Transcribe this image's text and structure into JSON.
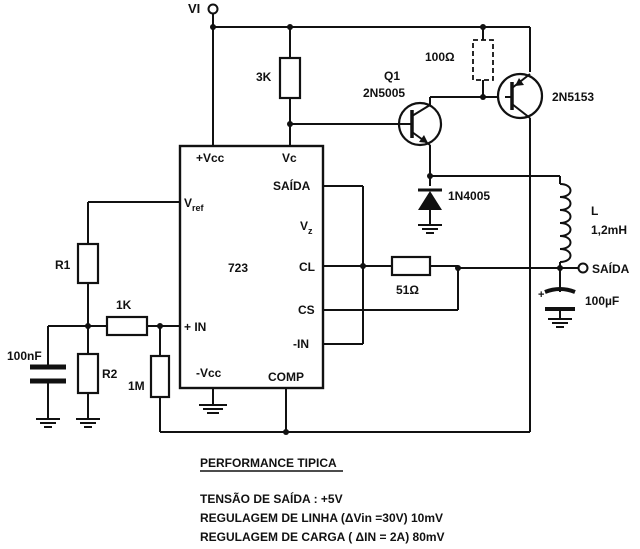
{
  "ic": {
    "name": "723",
    "pins": {
      "vcc_pos": "+Vcc",
      "vc": "Vc",
      "saida": "SAÍDA",
      "vref": "V",
      "vref_sub": "ref",
      "vz": "V",
      "vz_sub": "z",
      "cl": "CL",
      "cs": "CS",
      "in_pos": "+ IN",
      "in_neg": "-IN",
      "vcc_neg": "-Vcc",
      "comp": "COMP"
    }
  },
  "labels": {
    "vi": "VI",
    "r3k": "3K",
    "r100": "100Ω",
    "q1": "Q1",
    "q1_part": "2N5005",
    "q2_part": "2N5153",
    "diode": "1N4005",
    "inductor_name": "L",
    "inductor_value": "1,2mH",
    "output": "SAÍDA",
    "r51": "51Ω",
    "c100uf": "100µF",
    "r1": "R1",
    "r2": "R2",
    "r1k": "1K",
    "c100nf": "100nF",
    "r1m": "1M"
  },
  "performance": {
    "title": "PERFORMANCE TIPICA",
    "line1": "TENSÃO DE SAÍDA : +5V",
    "line2": "REGULAGEM DE LINHA (ΔVin =30V) 10mV",
    "line3": "REGULAGEM DE CARGA ( ΔIN = 2A) 80mV"
  }
}
